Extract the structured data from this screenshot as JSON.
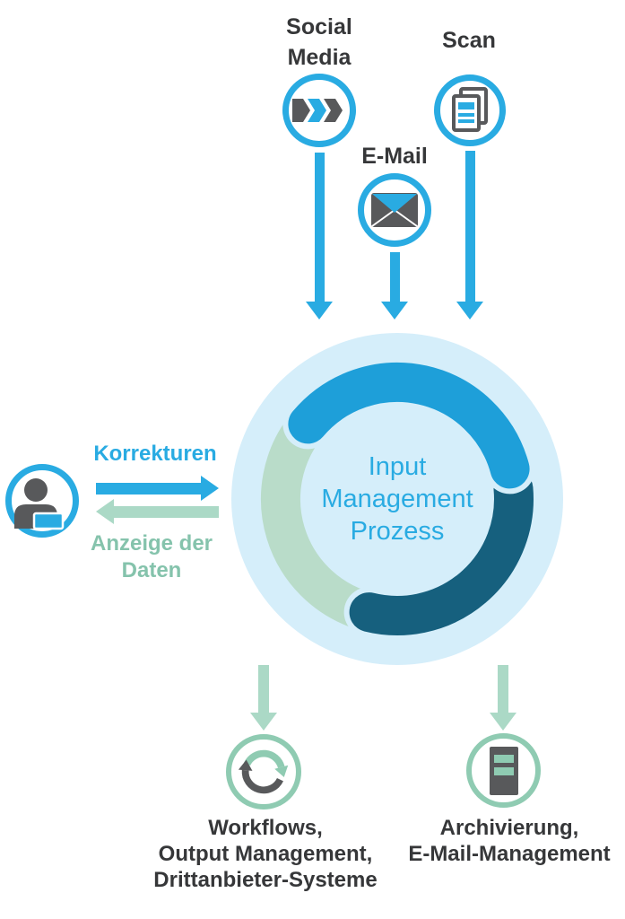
{
  "colors": {
    "blue": "#29ABE2",
    "arc-blue": "#1E9FD9",
    "teal": "#16607E",
    "mint-arc": "#B9DCC9",
    "mint": "#ABD9C6",
    "mint-dark": "#8FCBB2",
    "mint-text": "#85C3AC",
    "bg-circle": "#D5EEFA",
    "gray-icon": "#58595B",
    "text-dark": "#363739"
  },
  "sources": {
    "social_media": {
      "label": [
        "Social",
        "Media"
      ],
      "icon": "triple-chevron-icon"
    },
    "email": {
      "label": "E-Mail",
      "icon": "envelope-icon"
    },
    "scan": {
      "label": "Scan",
      "icon": "document-stack-icon"
    }
  },
  "process": {
    "title": [
      "Input",
      "Management",
      "Prozess"
    ]
  },
  "user": {
    "icon": "person-laptop-icon",
    "to_process_label": "Korrekturen",
    "from_process_label": [
      "Anzeige der",
      "Daten"
    ]
  },
  "outputs": {
    "workflows": {
      "label": [
        "Workflows,",
        "Output Management,",
        "Drittanbieter-Systeme"
      ],
      "icon": "sync-arrows-icon"
    },
    "archive": {
      "label": [
        "Archivierung,",
        "E-Mail-Management"
      ],
      "icon": "server-icon"
    }
  }
}
